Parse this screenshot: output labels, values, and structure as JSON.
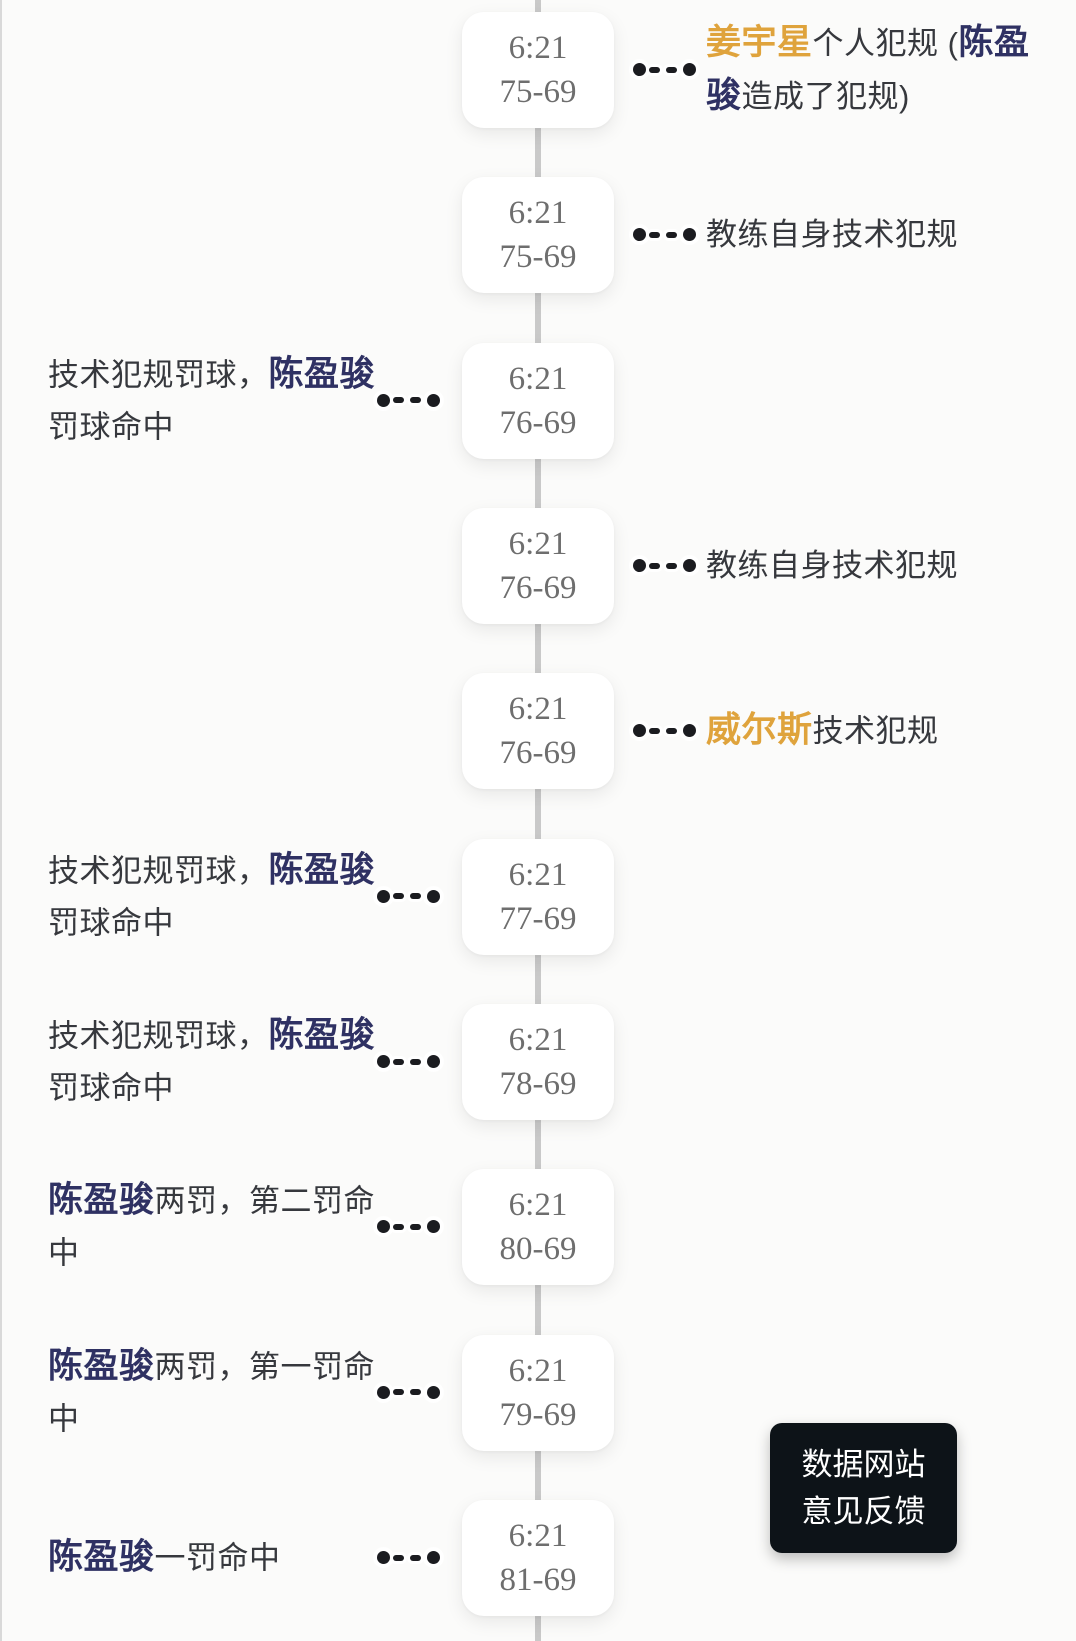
{
  "colors": {
    "background": "#fbfbfa",
    "card_bg": "#ffffff",
    "card_text": "#6e6e6e",
    "timeline_line": "#c9c9c9",
    "text": "#36383d",
    "navy": "#2f3163",
    "gold": "#dfa33c",
    "connector": "#1b1c20",
    "feedback_bg": "#0d1318",
    "feedback_text": "#ffffff"
  },
  "timeline": {
    "events": [
      {
        "time": "6:21",
        "score": "75-69",
        "side": "right",
        "segments": [
          {
            "text": "姜宇星",
            "style": "gold"
          },
          {
            "text": "个人犯规 (",
            "style": "normal"
          },
          {
            "text": "陈盈骏",
            "style": "navy"
          },
          {
            "text": "造成了犯规)",
            "style": "normal"
          }
        ]
      },
      {
        "time": "6:21",
        "score": "75-69",
        "side": "right",
        "segments": [
          {
            "text": "教练自身技术犯规",
            "style": "normal"
          }
        ]
      },
      {
        "time": "6:21",
        "score": "76-69",
        "side": "left",
        "segments": [
          {
            "text": "技术犯规罚球，",
            "style": "normal"
          },
          {
            "text": "陈盈骏",
            "style": "navy"
          },
          {
            "text": "罚球命中",
            "style": "normal"
          }
        ]
      },
      {
        "time": "6:21",
        "score": "76-69",
        "side": "right",
        "segments": [
          {
            "text": "教练自身技术犯规",
            "style": "normal"
          }
        ]
      },
      {
        "time": "6:21",
        "score": "76-69",
        "side": "right",
        "segments": [
          {
            "text": "威尔斯",
            "style": "gold"
          },
          {
            "text": "技术犯规",
            "style": "normal"
          }
        ]
      },
      {
        "time": "6:21",
        "score": "77-69",
        "side": "left",
        "segments": [
          {
            "text": "技术犯规罚球，",
            "style": "normal"
          },
          {
            "text": "陈盈骏",
            "style": "navy"
          },
          {
            "text": "罚球命中",
            "style": "normal"
          }
        ]
      },
      {
        "time": "6:21",
        "score": "78-69",
        "side": "left",
        "segments": [
          {
            "text": "技术犯规罚球，",
            "style": "normal"
          },
          {
            "text": "陈盈骏",
            "style": "navy"
          },
          {
            "text": "罚球命中",
            "style": "normal"
          }
        ]
      },
      {
        "time": "6:21",
        "score": "80-69",
        "side": "left",
        "segments": [
          {
            "text": "陈盈骏",
            "style": "navy"
          },
          {
            "text": "两罚，第二罚命中",
            "style": "normal"
          }
        ]
      },
      {
        "time": "6:21",
        "score": "79-69",
        "side": "left",
        "segments": [
          {
            "text": "陈盈骏",
            "style": "navy"
          },
          {
            "text": "两罚，第一罚命中",
            "style": "normal"
          }
        ]
      },
      {
        "time": "6:21",
        "score": "81-69",
        "side": "left",
        "segments": [
          {
            "text": "陈盈骏",
            "style": "navy"
          },
          {
            "text": "一罚命中",
            "style": "normal"
          }
        ]
      }
    ]
  },
  "feedback": {
    "line1": "数据网站",
    "line2": "意见反馈"
  }
}
